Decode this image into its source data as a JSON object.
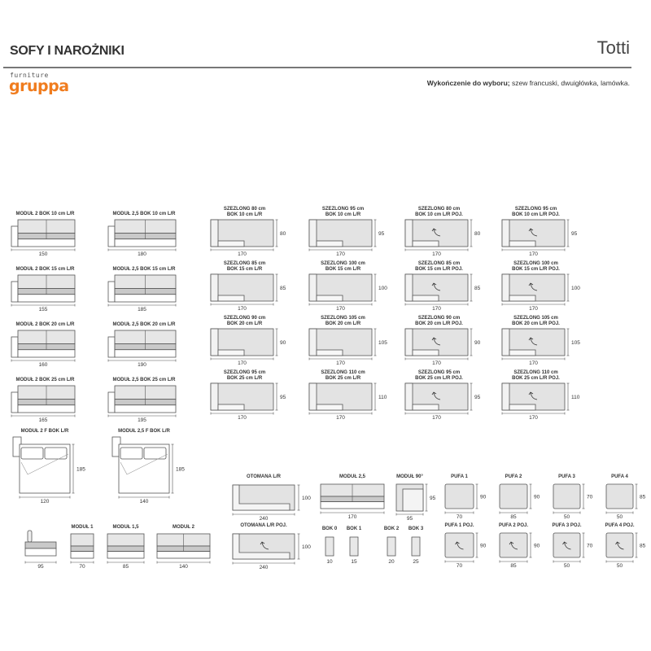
{
  "header": {
    "category": "SOFY I NAROŻNIKI",
    "model": "Totti",
    "logo_top": "furniture",
    "logo_main": "gruppa",
    "finish_label": "Wykończenie do wyboru;",
    "finish_options": " szew francuski, dwuigłówka, lamówka."
  },
  "colors": {
    "brand": "#f07c1e",
    "cushion": "#e4e4e4",
    "seat": "#c9c9c9",
    "line": "#555555"
  },
  "modules_bok": [
    {
      "label": "MODUŁ 2 BOK 10 cm L/R",
      "width": "150"
    },
    {
      "label": "MODUŁ 2,5 BOK 10 cm L/R",
      "width": "180"
    },
    {
      "label": "MODUŁ 2 BOK 15 cm L/R",
      "width": "155"
    },
    {
      "label": "MODUŁ 2,5 BOK 15 cm L/R",
      "width": "185"
    },
    {
      "label": "MODUŁ 2 BOK 20 cm L/R",
      "width": "160"
    },
    {
      "label": "MODUŁ 2,5 BOK 20 cm L/R",
      "width": "190"
    },
    {
      "label": "MODUŁ 2 BOK 25 cm L/R",
      "width": "165"
    },
    {
      "label": "MODUŁ 2,5 BOK 25 cm L/R",
      "width": "195"
    }
  ],
  "szezlongs": [
    {
      "line1": "SZEZLONG 80 cm",
      "line2": "BOK 10 cm L/R",
      "width": "170",
      "depth": "80",
      "poj": false
    },
    {
      "line1": "SZEZLONG 95 cm",
      "line2": "BOK 10 cm L/R",
      "width": "170",
      "depth": "95",
      "poj": false
    },
    {
      "line1": "SZEZLONG 80 cm",
      "line2": "BOK 10 cm L/R POJ.",
      "width": "170",
      "depth": "80",
      "poj": true
    },
    {
      "line1": "SZEZLONG 95 cm",
      "line2": "BOK 10 cm L/R POJ.",
      "width": "170",
      "depth": "95",
      "poj": true
    },
    {
      "line1": "SZEZLONG 85 cm",
      "line2": "BOK 15 cm L/R",
      "width": "170",
      "depth": "85",
      "poj": false
    },
    {
      "line1": "SZEZLONG 100 cm",
      "line2": "BOK 15 cm L/R",
      "width": "170",
      "depth": "100",
      "poj": false
    },
    {
      "line1": "SZEZLONG 85 cm",
      "line2": "BOK 15 cm L/R POJ.",
      "width": "170",
      "depth": "85",
      "poj": true
    },
    {
      "line1": "SZEZLONG 100 cm",
      "line2": "BOK 15 cm L/R POJ.",
      "width": "170",
      "depth": "100",
      "poj": true
    },
    {
      "line1": "SZEZLONG 90 cm",
      "line2": "BOK 20 cm L/R",
      "width": "170",
      "depth": "90",
      "poj": false
    },
    {
      "line1": "SZEZLONG 105 cm",
      "line2": "BOK 20 cm L/R",
      "width": "170",
      "depth": "105",
      "poj": false
    },
    {
      "line1": "SZEZLONG 90 cm",
      "line2": "BOK 20 cm L/R POJ.",
      "width": "170",
      "depth": "90",
      "poj": true
    },
    {
      "line1": "SZEZLONG 105 cm",
      "line2": "BOK 20 cm L/R POJ.",
      "width": "170",
      "depth": "105",
      "poj": true
    },
    {
      "line1": "SZEZLONG 95 cm",
      "line2": "BOK 25 cm L/R",
      "width": "170",
      "depth": "95",
      "poj": false
    },
    {
      "line1": "SZEZLONG 110 cm",
      "line2": "BOK 25 cm L/R",
      "width": "170",
      "depth": "110",
      "poj": false
    },
    {
      "line1": "SZEZLONG 95 cm",
      "line2": "BOK 25 cm L/R POJ.",
      "width": "170",
      "depth": "95",
      "poj": true
    },
    {
      "line1": "SZEZLONG 110 cm",
      "line2": "BOK 25 cm L/R POJ.",
      "width": "170",
      "depth": "110",
      "poj": true
    }
  ],
  "beds": [
    {
      "label": "MODUŁ 2 F BOK L/R",
      "width": "120",
      "depth": "185"
    },
    {
      "label": "MODUŁ 2,5 F BOK L/R",
      "width": "140",
      "depth": "185"
    }
  ],
  "small_modules": [
    {
      "label": "",
      "width": "95"
    },
    {
      "label": "MODUŁ 1",
      "width": "70"
    },
    {
      "label": "MODUŁ 1,5",
      "width": "85"
    },
    {
      "label": "MODUŁ 2",
      "width": "140"
    }
  ],
  "otomana": [
    {
      "label": "OTOMANA L/R",
      "width": "240",
      "depth": "100",
      "poj": false
    },
    {
      "label": "OTOMANA L/R POJ.",
      "width": "240",
      "depth": "100",
      "poj": true
    }
  ],
  "modul_25": {
    "label": "MODUŁ 2,5",
    "width": "170"
  },
  "modul_90": {
    "label": "MODUŁ 90°",
    "width": "95",
    "depth": "95"
  },
  "boki": [
    {
      "label": "BOK 0",
      "width": "10"
    },
    {
      "label": "BOK 1",
      "width": "15"
    },
    {
      "label": "BOK 2",
      "width": "20"
    },
    {
      "label": "BOK 3",
      "width": "25"
    }
  ],
  "pufy": [
    {
      "label": "PUFA 1",
      "width": "70",
      "depth": "90",
      "poj": false
    },
    {
      "label": "PUFA 2",
      "width": "85",
      "depth": "90",
      "poj": false
    },
    {
      "label": "PUFA 3",
      "width": "50",
      "depth": "70",
      "poj": false
    },
    {
      "label": "PUFA 4",
      "width": "50",
      "depth": "85",
      "poj": false
    },
    {
      "label": "PUFA 1 POJ.",
      "width": "70",
      "depth": "90",
      "poj": true
    },
    {
      "label": "PUFA 2 POJ.",
      "width": "85",
      "depth": "90",
      "poj": true
    },
    {
      "label": "PUFA 3 POJ.",
      "width": "50",
      "depth": "70",
      "poj": true
    },
    {
      "label": "PUFA 4 POJ.",
      "width": "50",
      "depth": "85",
      "poj": true
    }
  ]
}
